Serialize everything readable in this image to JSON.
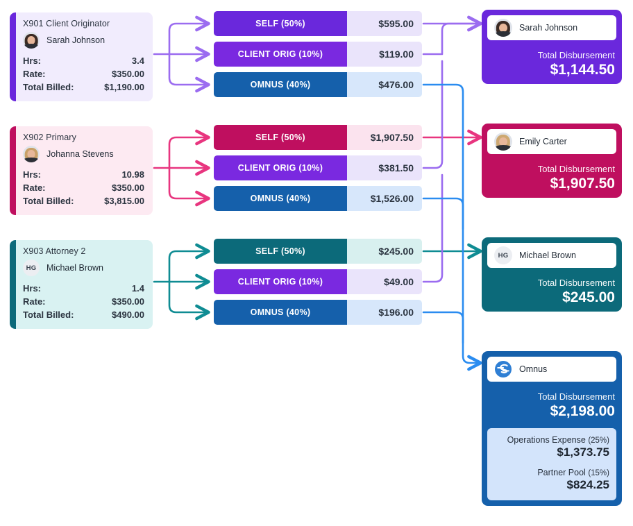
{
  "colors": {
    "self_purple": "#6a28dc",
    "self_crimson": "#bf0f5f",
    "self_teal": "#0c6a7a",
    "client_orig_purple": "#7a29e0",
    "omnus_blue": "#1560ab",
    "arrow_purple": "#9b6cf0",
    "arrow_pink": "#e8357f",
    "arrow_teal": "#0f8c93",
    "arrow_blue": "#2a8cf0",
    "omnus_sub_bg": "#d3e4fb",
    "card_bg_purple": "#f1ecfd",
    "card_bg_pink": "#fdeaf2",
    "card_bg_teal": "#d9f2f2"
  },
  "sources": [
    {
      "matter": "X901 Client Originator",
      "person": "Sarah Johnson",
      "avatar": "avatar-sarah",
      "rows": [
        {
          "label": "Hrs:",
          "value": "3.4"
        },
        {
          "label": "Rate:",
          "value": "$350.00"
        },
        {
          "label": "Total Billed:",
          "value": "$1,190.00"
        }
      ],
      "allocations": [
        {
          "label": "SELF (50%)",
          "amount": "$595.00",
          "kind": "self"
        },
        {
          "label": "CLIENT ORIG (10%)",
          "amount": "$119.00",
          "kind": "client-orig"
        },
        {
          "label": "OMNUS (40%)",
          "amount": "$476.00",
          "kind": "omnus"
        }
      ]
    },
    {
      "matter": "X902 Primary",
      "person": "Johanna Stevens",
      "avatar": "avatar-johanna",
      "rows": [
        {
          "label": "Hrs:",
          "value": "10.98"
        },
        {
          "label": "Rate:",
          "value": "$350.00"
        },
        {
          "label": "Total Billed:",
          "value": "$3,815.00"
        }
      ],
      "allocations": [
        {
          "label": "SELF (50%)",
          "amount": "$1,907.50",
          "kind": "self"
        },
        {
          "label": "CLIENT ORIG (10%)",
          "amount": "$381.50",
          "kind": "client-orig"
        },
        {
          "label": "OMNUS (40%)",
          "amount": "$1,526.00",
          "kind": "omnus"
        }
      ]
    },
    {
      "matter": "X903 Attorney 2",
      "person": "Michael Brown",
      "avatar": "avatar-initials",
      "avatar_initials": "HG",
      "rows": [
        {
          "label": "Hrs:",
          "value": "1.4"
        },
        {
          "label": "Rate:",
          "value": "$350.00"
        },
        {
          "label": "Total Billed:",
          "value": "$490.00"
        }
      ],
      "allocations": [
        {
          "label": "SELF (50%)",
          "amount": "$245.00",
          "kind": "self"
        },
        {
          "label": "CLIENT ORIG (10%)",
          "amount": "$49.00",
          "kind": "client-orig"
        },
        {
          "label": "OMNUS (40%)",
          "amount": "$196.00",
          "kind": "omnus"
        }
      ]
    }
  ],
  "disbursements": [
    {
      "name": "Sarah Johnson",
      "avatar": "avatar-sarah",
      "total_label": "Total Disbursement",
      "total_value": "$1,144.50"
    },
    {
      "name": "Emily Carter",
      "avatar": "avatar-emily",
      "total_label": "Total Disbursement",
      "total_value": "$1,907.50"
    },
    {
      "name": "Michael Brown",
      "avatar": "avatar-initials",
      "avatar_initials": "HG",
      "total_label": "Total Disbursement",
      "total_value": "$245.00"
    },
    {
      "name": "Omnus",
      "avatar": "omnus-logo-icon",
      "total_label": "Total Disbursement",
      "total_value": "$2,198.00",
      "breakdown": [
        {
          "label": "Operations Expense",
          "pct": "(25%)",
          "value": "$1,373.75"
        },
        {
          "label": "Partner Pool",
          "pct": "(15%)",
          "value": "$824.25"
        }
      ]
    }
  ]
}
